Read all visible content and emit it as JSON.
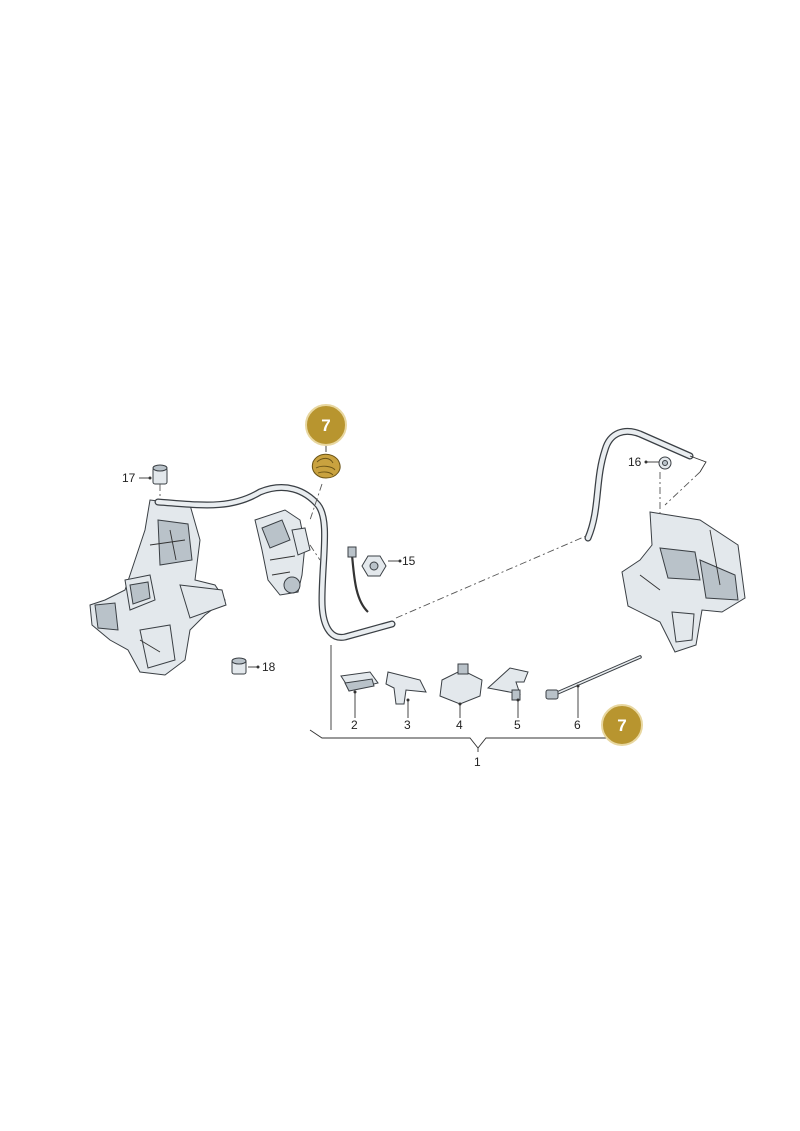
{
  "callouts": {
    "part_1": "1",
    "part_2": "2",
    "part_3": "3",
    "part_4": "4",
    "part_5": "5",
    "part_6": "6",
    "part_7_top": "7",
    "part_7_bottom": "7",
    "part_15": "15",
    "part_16": "16",
    "part_17": "17",
    "part_18": "18"
  },
  "colors": {
    "badge": "#b8952f",
    "badge_ring": "#e8d7a0",
    "highlight_part": "#c9a23f",
    "line": "#333333",
    "part_fill": "#e3e8ec",
    "part_shade": "#b9c2c9"
  }
}
